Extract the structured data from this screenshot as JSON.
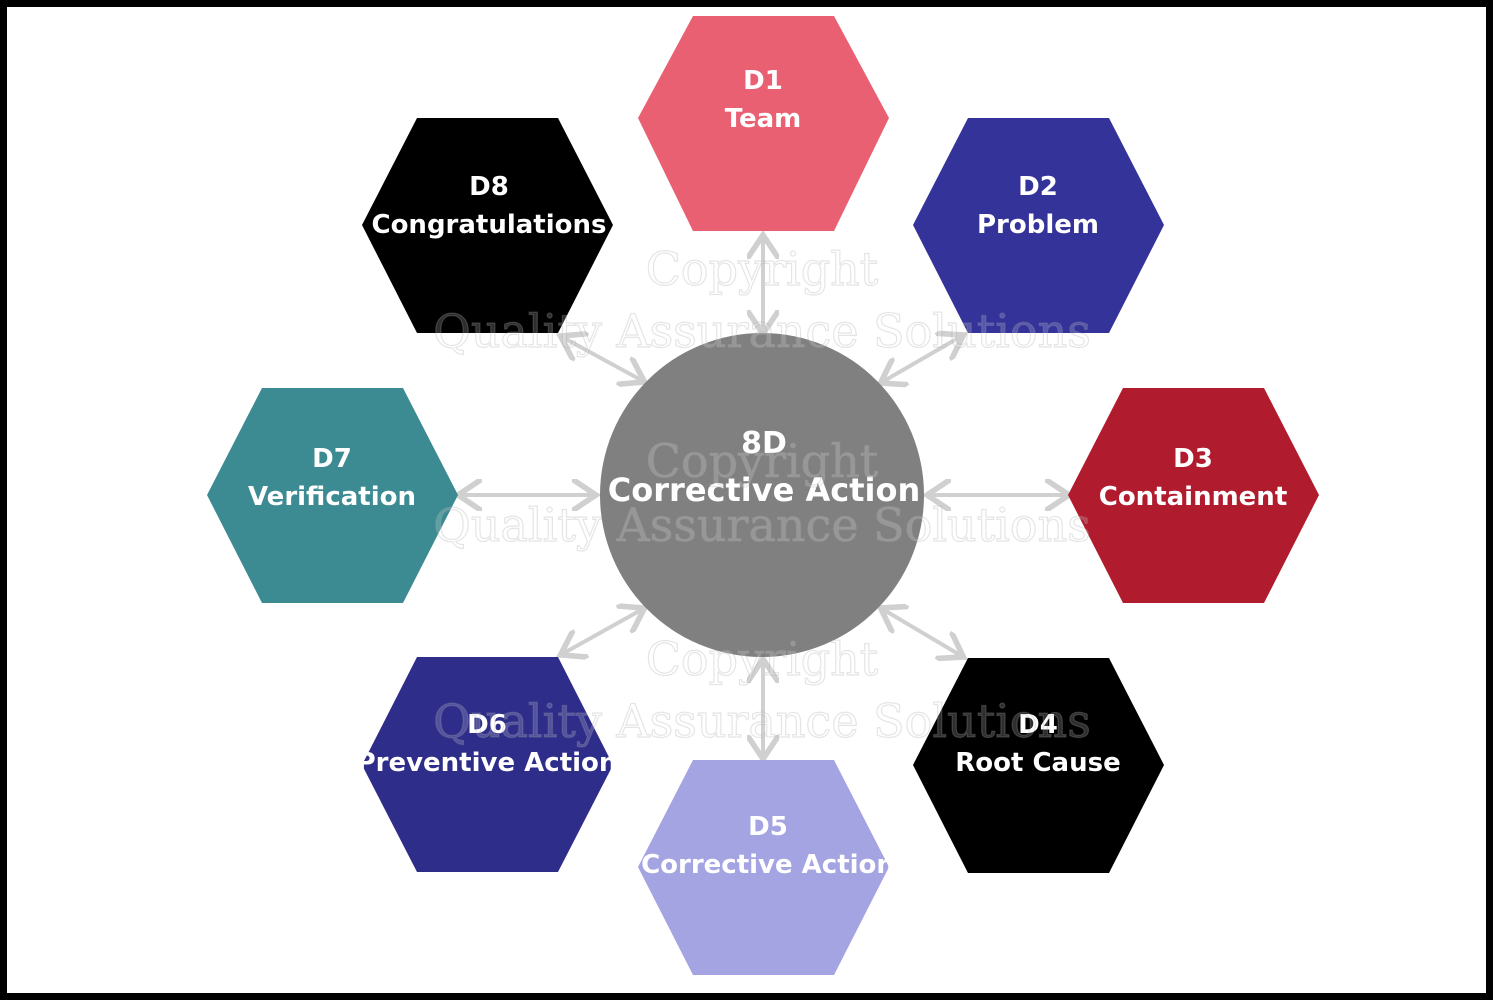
{
  "center": {
    "line1": "8D",
    "line2": "Corrective Action",
    "color": "#808080"
  },
  "steps": [
    {
      "id": "d1",
      "code": "D1",
      "name": "Team",
      "color": "#E96072"
    },
    {
      "id": "d2",
      "code": "D2",
      "name": "Problem",
      "color": "#34339A"
    },
    {
      "id": "d3",
      "code": "D3",
      "name": "Containment",
      "color": "#B01B2E"
    },
    {
      "id": "d4",
      "code": "D4",
      "name": "Root Cause",
      "color": "#000000"
    },
    {
      "id": "d5",
      "code": "D5",
      "name": "Corrective Action",
      "color": "#A4A4E2"
    },
    {
      "id": "d6",
      "code": "D6",
      "name": "Preventive Action",
      "color": "#2E2D8A"
    },
    {
      "id": "d7",
      "code": "D7",
      "name": "Verification",
      "color": "#3C8B92"
    },
    {
      "id": "d8",
      "code": "D8",
      "name": "Congratulations",
      "color": "#000000"
    }
  ],
  "watermark": {
    "line1": "Copyright",
    "line2": "Quality Assurance Solutions"
  },
  "arrow_color": "#D0D0D0"
}
